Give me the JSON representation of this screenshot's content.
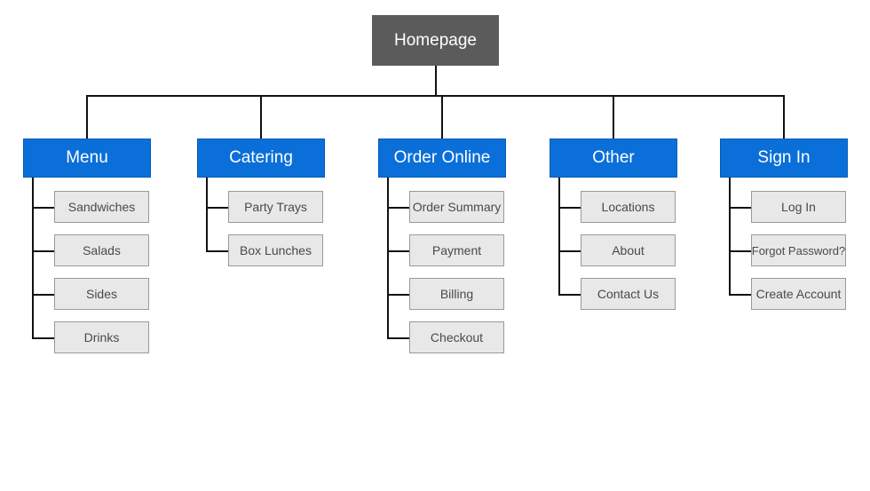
{
  "root": {
    "label": "Homepage"
  },
  "categories": [
    {
      "label": "Menu",
      "items": [
        "Sandwiches",
        "Salads",
        "Sides",
        "Drinks"
      ]
    },
    {
      "label": "Catering",
      "items": [
        "Party Trays",
        "Box Lunches"
      ]
    },
    {
      "label": "Order Online",
      "items": [
        "Order Summary",
        "Payment",
        "Billing",
        "Checkout"
      ]
    },
    {
      "label": "Other",
      "items": [
        "Locations",
        "About",
        "Contact Us"
      ]
    },
    {
      "label": "Sign In",
      "items": [
        "Log In",
        "Forgot Password?",
        "Create Account"
      ]
    }
  ],
  "colors": {
    "root_fill": "#5b5b5b",
    "category_fill": "#0a6fd8",
    "leaf_fill": "#e8e8e8",
    "connector": "#111111"
  }
}
